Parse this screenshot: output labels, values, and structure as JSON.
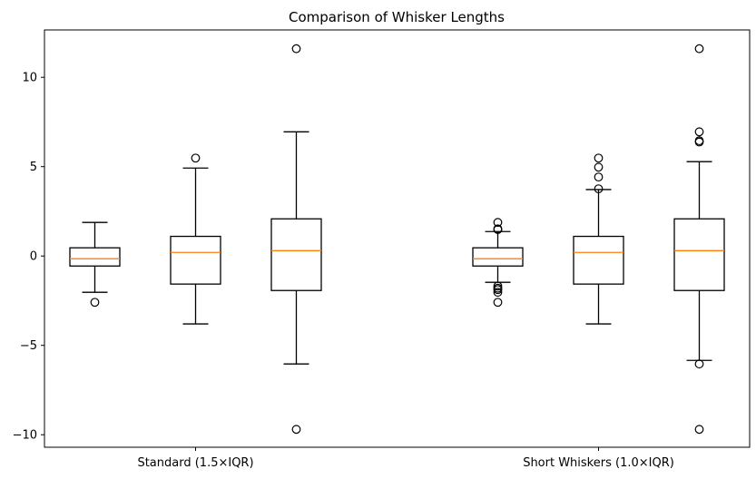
{
  "chart_data": {
    "type": "boxplot",
    "title": "Comparison of Whisker Lengths",
    "xlabel": "",
    "ylabel": "",
    "xlim": [
      0.5,
      7.5
    ],
    "ylim": [
      -10.7,
      12.65
    ],
    "yticks": [
      -10,
      -5,
      0,
      5,
      10
    ],
    "ytick_labels": [
      "−10",
      "−5",
      "0",
      "5",
      "10"
    ],
    "xticks": [
      2,
      6
    ],
    "xtick_labels": [
      "Standard (1.5×IQR)",
      "Short Whiskers (1.0×IQR)"
    ],
    "grid": false,
    "colors": {
      "box": "#000000",
      "median": "#ff7f0e"
    },
    "boxes": [
      {
        "group": "Standard (1.5×IQR)",
        "position": 1,
        "whislo": -2.03,
        "q1": -0.56,
        "median": -0.15,
        "q3": 0.46,
        "whishi": 1.88,
        "fliers": [
          -2.59
        ]
      },
      {
        "group": "Standard (1.5×IQR)",
        "position": 2,
        "whislo": -3.8,
        "q1": -1.57,
        "median": 0.2,
        "q3": 1.1,
        "whishi": 4.92,
        "fliers": [
          5.48
        ]
      },
      {
        "group": "Standard (1.5×IQR)",
        "position": 3,
        "whislo": -6.04,
        "q1": -1.93,
        "median": 0.3,
        "q3": 2.08,
        "whishi": 6.95,
        "fliers": [
          11.6,
          -9.7
        ]
      },
      {
        "group": "Short Whiskers (1.0×IQR)",
        "position": 5,
        "whislo": -1.47,
        "q1": -0.56,
        "median": -0.15,
        "q3": 0.46,
        "whishi": 1.37,
        "fliers": [
          1.88,
          1.52,
          1.48,
          -1.68,
          -1.8,
          -1.88,
          -2.03,
          -2.59
        ]
      },
      {
        "group": "Short Whiskers (1.0×IQR)",
        "position": 6,
        "whislo": -3.8,
        "q1": -1.57,
        "median": 0.2,
        "q3": 1.1,
        "whishi": 3.72,
        "fliers": [
          3.76,
          4.42,
          4.97,
          5.48
        ]
      },
      {
        "group": "Short Whiskers (1.0×IQR)",
        "position": 7,
        "whislo": -5.84,
        "q1": -1.93,
        "median": 0.3,
        "q3": 2.08,
        "whishi": 5.28,
        "fliers": [
          6.95,
          6.45,
          6.38,
          11.6,
          -6.04,
          -9.7
        ]
      }
    ]
  }
}
